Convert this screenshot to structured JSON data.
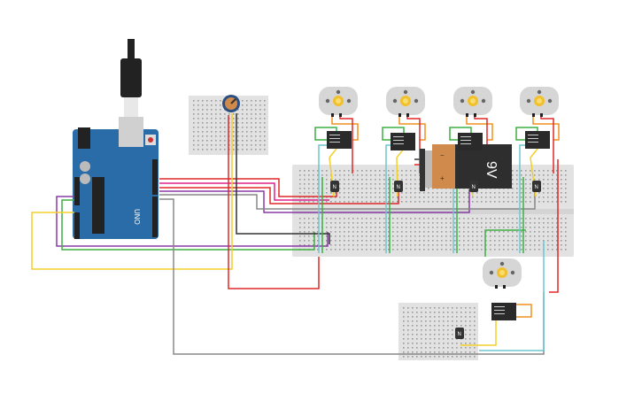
{
  "battery": {
    "label": "9V",
    "minus": "−",
    "plus": "+"
  },
  "arduino": {
    "label": "UNO"
  },
  "transistor": {
    "label": "N"
  },
  "colors": {
    "board": "#2a6ca8",
    "breadboard": "#e2e2e2",
    "motor": "#d6d6d6",
    "gear": "#f2c02b",
    "battery_body": "#2e2e2e",
    "battery_cap": "#d08a4b",
    "wire_red": "#e02828",
    "wire_green": "#3cb043",
    "wire_cyan": "#6cc6d0",
    "wire_yellow": "#f2d02b",
    "wire_orange": "#f0901e",
    "wire_purple": "#8a3aa8",
    "wire_pink": "#e0208a",
    "wire_gray": "#888888",
    "wire_black": "#333333"
  }
}
